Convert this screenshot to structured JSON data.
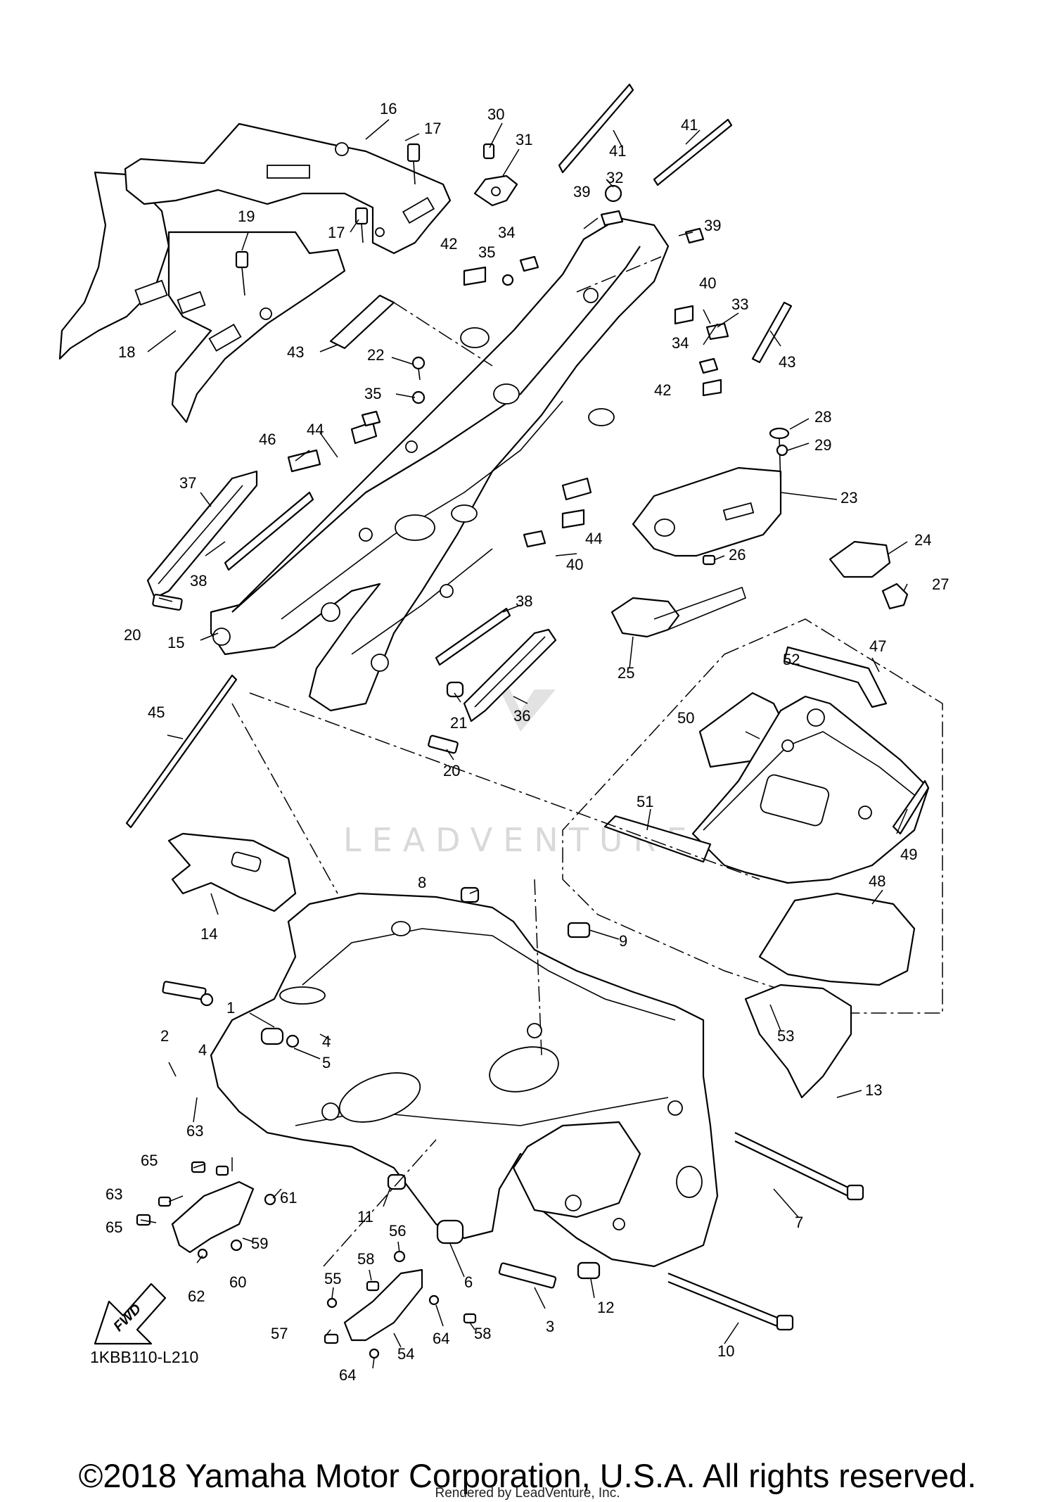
{
  "diagram": {
    "code": "1KBB110-L210",
    "fwd_label": "FWD",
    "watermark": "LEADVENTURE",
    "callouts": [
      {
        "id": "c1",
        "text": "1"
      },
      {
        "id": "c2",
        "text": "2"
      },
      {
        "id": "c3",
        "text": "3"
      },
      {
        "id": "c4a",
        "text": "4"
      },
      {
        "id": "c4b",
        "text": "4"
      },
      {
        "id": "c5",
        "text": "5"
      },
      {
        "id": "c6",
        "text": "6"
      },
      {
        "id": "c7",
        "text": "7"
      },
      {
        "id": "c8",
        "text": "8"
      },
      {
        "id": "c9",
        "text": "9"
      },
      {
        "id": "c10",
        "text": "10"
      },
      {
        "id": "c11",
        "text": "11"
      },
      {
        "id": "c12",
        "text": "12"
      },
      {
        "id": "c13",
        "text": "13"
      },
      {
        "id": "c14",
        "text": "14"
      },
      {
        "id": "c15",
        "text": "15"
      },
      {
        "id": "c16",
        "text": "16"
      },
      {
        "id": "c17a",
        "text": "17"
      },
      {
        "id": "c17b",
        "text": "17"
      },
      {
        "id": "c18",
        "text": "18"
      },
      {
        "id": "c19",
        "text": "19"
      },
      {
        "id": "c20a",
        "text": "20"
      },
      {
        "id": "c20b",
        "text": "20"
      },
      {
        "id": "c21",
        "text": "21"
      },
      {
        "id": "c22",
        "text": "22"
      },
      {
        "id": "c23",
        "text": "23"
      },
      {
        "id": "c24",
        "text": "24"
      },
      {
        "id": "c25",
        "text": "25"
      },
      {
        "id": "c26",
        "text": "26"
      },
      {
        "id": "c27",
        "text": "27"
      },
      {
        "id": "c28",
        "text": "28"
      },
      {
        "id": "c29",
        "text": "29"
      },
      {
        "id": "c30",
        "text": "30"
      },
      {
        "id": "c31",
        "text": "31"
      },
      {
        "id": "c32",
        "text": "32"
      },
      {
        "id": "c33",
        "text": "33"
      },
      {
        "id": "c34a",
        "text": "34"
      },
      {
        "id": "c34b",
        "text": "34"
      },
      {
        "id": "c35a",
        "text": "35"
      },
      {
        "id": "c35b",
        "text": "35"
      },
      {
        "id": "c36",
        "text": "36"
      },
      {
        "id": "c37",
        "text": "37"
      },
      {
        "id": "c38a",
        "text": "38"
      },
      {
        "id": "c38b",
        "text": "38"
      },
      {
        "id": "c39a",
        "text": "39"
      },
      {
        "id": "c39b",
        "text": "39"
      },
      {
        "id": "c40a",
        "text": "40"
      },
      {
        "id": "c40b",
        "text": "40"
      },
      {
        "id": "c41a",
        "text": "41"
      },
      {
        "id": "c41b",
        "text": "41"
      },
      {
        "id": "c42a",
        "text": "42"
      },
      {
        "id": "c42b",
        "text": "42"
      },
      {
        "id": "c43a",
        "text": "43"
      },
      {
        "id": "c43b",
        "text": "43"
      },
      {
        "id": "c44a",
        "text": "44"
      },
      {
        "id": "c44b",
        "text": "44"
      },
      {
        "id": "c45",
        "text": "45"
      },
      {
        "id": "c46",
        "text": "46"
      },
      {
        "id": "c47",
        "text": "47"
      },
      {
        "id": "c48",
        "text": "48"
      },
      {
        "id": "c49",
        "text": "49"
      },
      {
        "id": "c50",
        "text": "50"
      },
      {
        "id": "c51",
        "text": "51"
      },
      {
        "id": "c52",
        "text": "52"
      },
      {
        "id": "c53",
        "text": "53"
      },
      {
        "id": "c54",
        "text": "54"
      },
      {
        "id": "c55",
        "text": "55"
      },
      {
        "id": "c56",
        "text": "56"
      },
      {
        "id": "c57",
        "text": "57"
      },
      {
        "id": "c58a",
        "text": "58"
      },
      {
        "id": "c58b",
        "text": "58"
      },
      {
        "id": "c59",
        "text": "59"
      },
      {
        "id": "c60",
        "text": "60"
      },
      {
        "id": "c61",
        "text": "61"
      },
      {
        "id": "c62",
        "text": "62"
      },
      {
        "id": "c63a",
        "text": "63"
      },
      {
        "id": "c63b",
        "text": "63"
      },
      {
        "id": "c64a",
        "text": "64"
      },
      {
        "id": "c64b",
        "text": "64"
      },
      {
        "id": "c65a",
        "text": "65"
      },
      {
        "id": "c65b",
        "text": "65"
      }
    ]
  },
  "footer": {
    "copyright": "©2018 Yamaha Motor Corporation, U.S.A. All rights reserved.",
    "rendered_by": "Rendered by LeadVenture, Inc."
  }
}
